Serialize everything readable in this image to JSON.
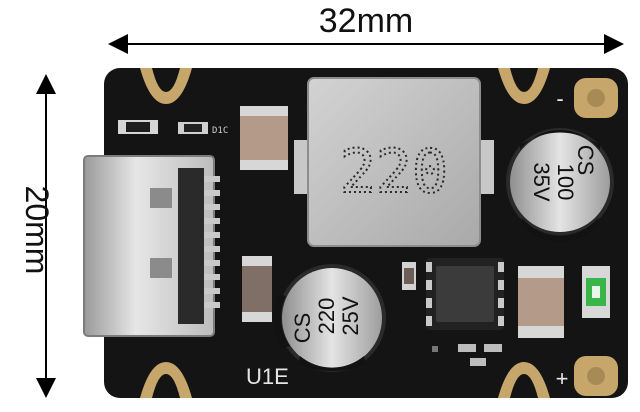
{
  "dimensions": {
    "width_label": "32mm",
    "height_label": "20mm"
  },
  "board": {
    "inductor_marking": "220",
    "cap_large": {
      "line1": "CS",
      "line2": "100",
      "line3": "35V"
    },
    "cap_small": {
      "line1": "CS",
      "line2": "220",
      "line3": "25V"
    },
    "silkscreen_ref": "U1E",
    "silk_small_1": "D1C",
    "terminal_minus": "-",
    "terminal_plus": "+"
  },
  "colors": {
    "pcb": "#141414",
    "pad_gold": "#c7a66b",
    "inductor": "#bdbdbd",
    "cap_body": "#d0d0d0",
    "cap_band": "#121212",
    "ceramic_cap": "#b49a88",
    "led_green": "#3ab54a"
  }
}
